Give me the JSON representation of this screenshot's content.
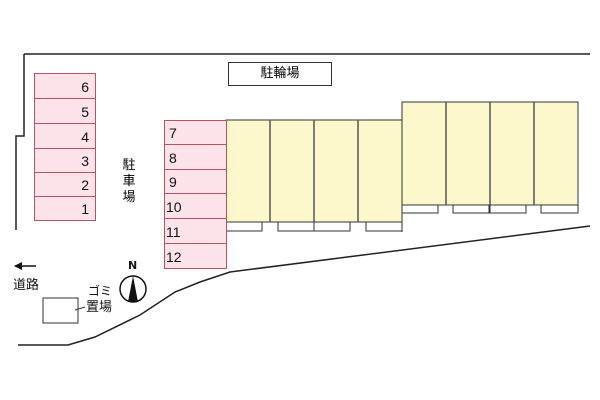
{
  "diagram": {
    "type": "site-plan",
    "labels": {
      "bicycle_parking": "駐輪場",
      "car_parking": [
        "駐",
        "車",
        "場"
      ],
      "road": "道路",
      "road_arrow": "←",
      "garbage": [
        "ゴミ",
        "置場"
      ],
      "north": "N"
    },
    "parking_left": [
      {
        "number": "6"
      },
      {
        "number": "5"
      },
      {
        "number": "4"
      },
      {
        "number": "3"
      },
      {
        "number": "2"
      },
      {
        "number": "1"
      }
    ],
    "parking_right": [
      {
        "number": "7"
      },
      {
        "number": "8"
      },
      {
        "number": "9"
      },
      {
        "number": "10"
      },
      {
        "number": "11"
      },
      {
        "number": "12"
      }
    ],
    "colors": {
      "parking_fill": "#fde3ea",
      "parking_border": "#c0505a",
      "building_fill": "#fdf8cc",
      "outline": "#222222"
    },
    "building_units": 8
  }
}
